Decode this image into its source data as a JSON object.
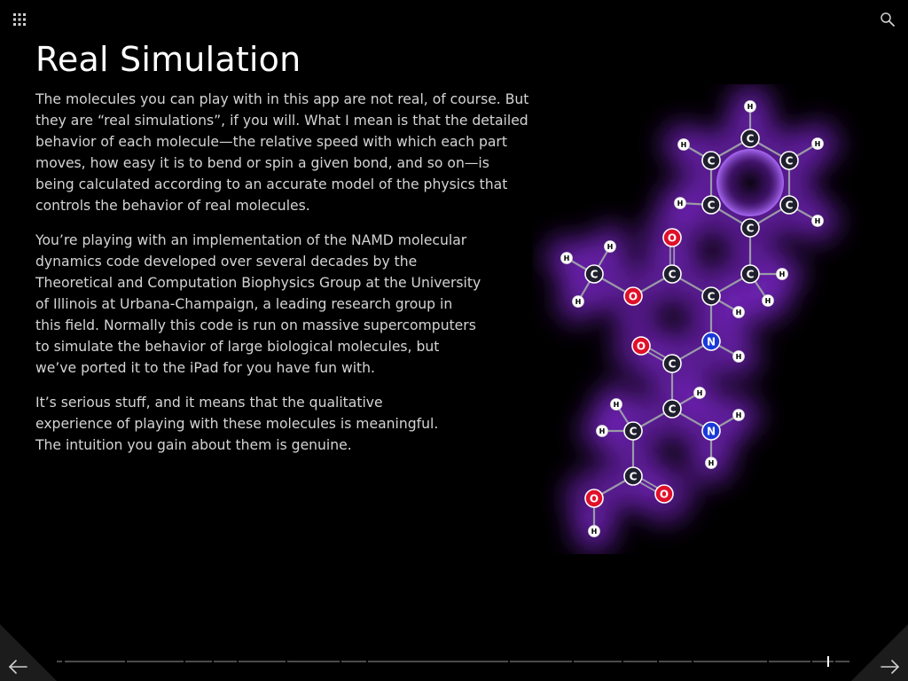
{
  "page": {
    "title": "Real Simulation",
    "paragraphs": [
      [
        "The molecules you can play with in this app are not real, of course. But",
        "they are “real simulations”, if you will. What I mean is that the detailed",
        "behavior of each molecule—the relative speed with which each part",
        "moves, how easy it is to bend or spin a given bond, and so on—is",
        "being calculated according to an accurate model of the physics that",
        "controls the behavior of real molecules."
      ],
      [
        "You’re playing with an implementation of the NAMD molecular",
        "dynamics code developed over several decades by the",
        "Theoretical and Computation Biophysics Group at the University",
        "of Illinois at Urbana-Champaign, a leading research group in",
        "this field. Normally this code is run on massive supercomputers",
        "to simulate the behavior of large biological molecules, but",
        "we’ve ported it to the iPad for you have fun with."
      ],
      [
        "It’s serious stuff, and it means that the qualitative",
        "experience of playing with these molecules is meaningful.",
        "The intuition you gain about them is genuine."
      ]
    ]
  },
  "toolbar": {
    "grid_icon": "grid-menu-icon",
    "search_icon": "search-icon"
  },
  "navigation": {
    "prev_icon": "arrow-left-icon",
    "next_icon": "arrow-right-icon",
    "progress_fraction": 0.97
  },
  "colors": {
    "background": "#000000",
    "glow": "#8a2be2",
    "carbon": "#1f1f2e",
    "oxygen": "#e0102a",
    "nitrogen": "#1a3ad8",
    "hydrogen": "#ffffff",
    "bond": "#9a9aa8"
  },
  "molecule": {
    "atoms": [
      {
        "el": "C"
      },
      {
        "el": "C"
      },
      {
        "el": "C"
      },
      {
        "el": "C"
      },
      {
        "el": "C"
      },
      {
        "el": "C"
      },
      {
        "el": "H"
      },
      {
        "el": "H"
      },
      {
        "el": "H"
      },
      {
        "el": "H"
      },
      {
        "el": "H"
      },
      {
        "el": "C"
      },
      {
        "el": "H"
      },
      {
        "el": "H"
      },
      {
        "el": "C"
      },
      {
        "el": "H"
      },
      {
        "el": "C"
      },
      {
        "el": "O"
      },
      {
        "el": "O"
      },
      {
        "el": "C"
      },
      {
        "el": "H"
      },
      {
        "el": "H"
      },
      {
        "el": "H"
      },
      {
        "el": "N"
      },
      {
        "el": "H"
      },
      {
        "el": "C"
      },
      {
        "el": "O"
      },
      {
        "el": "C"
      },
      {
        "el": "H"
      },
      {
        "el": "N"
      },
      {
        "el": "H"
      },
      {
        "el": "H"
      },
      {
        "el": "C"
      },
      {
        "el": "H"
      },
      {
        "el": "H"
      },
      {
        "el": "C"
      },
      {
        "el": "O"
      },
      {
        "el": "O"
      },
      {
        "el": "H"
      }
    ]
  }
}
